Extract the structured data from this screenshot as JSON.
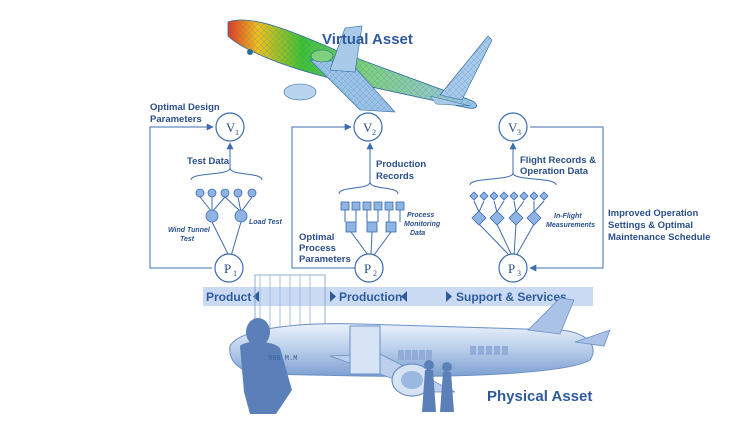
{
  "virtual_asset_label": "Virtual Asset",
  "physical_asset_label": "Physical Asset",
  "virtual_nodes": [
    {
      "letter": "V",
      "sub": "1"
    },
    {
      "letter": "V",
      "sub": "2"
    },
    {
      "letter": "V",
      "sub": "3"
    }
  ],
  "physical_nodes": [
    {
      "letter": "P",
      "sub": "1"
    },
    {
      "letter": "P",
      "sub": "2"
    },
    {
      "letter": "P",
      "sub": "3"
    }
  ],
  "stage1": {
    "top_label_line1": "Optimal Design",
    "top_label_line2": "Parameters",
    "data_label": "Test Data",
    "test_a_line1": "Wind Tunnel",
    "test_a_line2": "Test",
    "test_b": "Load Test"
  },
  "stage2": {
    "side_label_line1": "Optimal",
    "side_label_line2": "Process",
    "side_label_line3": "Parameters",
    "data_label_line1": "Production",
    "data_label_line2": "Records",
    "monitor_line1": "Process",
    "monitor_line2": "Monitoring",
    "monitor_line3": "Data"
  },
  "stage3": {
    "data_label_line1": "Flight Records &",
    "data_label_line2": "Operation Data",
    "measure_line1": "In-Flight",
    "measure_line2": "Measurements",
    "right_label_line1": "Improved Operation",
    "right_label_line2": "Settings & Optimal",
    "right_label_line3": "Maintenance Schedule"
  },
  "lifecycle": [
    "Product",
    "Production",
    "Support & Services"
  ],
  "colors": {
    "primary": "#2f5b9c",
    "line": "#3d6cb0",
    "band": "#c9daf2",
    "node_fill": "#ffffff",
    "glyph_fill": "#8fb3e3"
  }
}
